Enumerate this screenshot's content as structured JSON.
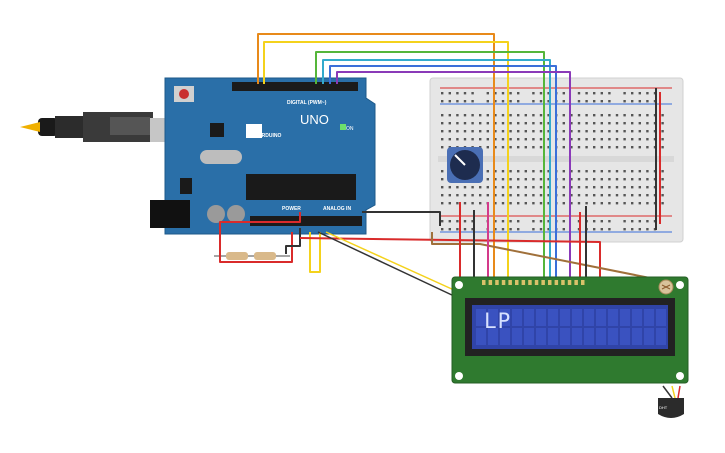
{
  "arduino": {
    "brand": "ARDUINO",
    "model": "UNO",
    "digital_label": "DIGITAL (PWM~)",
    "power_label": "POWER",
    "analog_label": "ANALOG IN",
    "on_label": "ON"
  },
  "lcd": {
    "text": "LP"
  },
  "sensor": {
    "label": "DHT"
  },
  "colors": {
    "board": "#2a6fa8",
    "breadboard": "#e6e6e6",
    "lcd_screen": "#3044a8",
    "lcd_pcb": "#2f7a2f",
    "wire_orange": "#e88a1a",
    "wire_yellow": "#f4d21c",
    "wire_green": "#55b63a",
    "wire_teal": "#33aacc",
    "wire_blue": "#3b6fd9",
    "wire_purple": "#8a3ab8",
    "wire_red": "#d92b2b",
    "wire_black": "#333333",
    "wire_brown": "#a0703a",
    "wire_pink": "#d43a8a"
  }
}
